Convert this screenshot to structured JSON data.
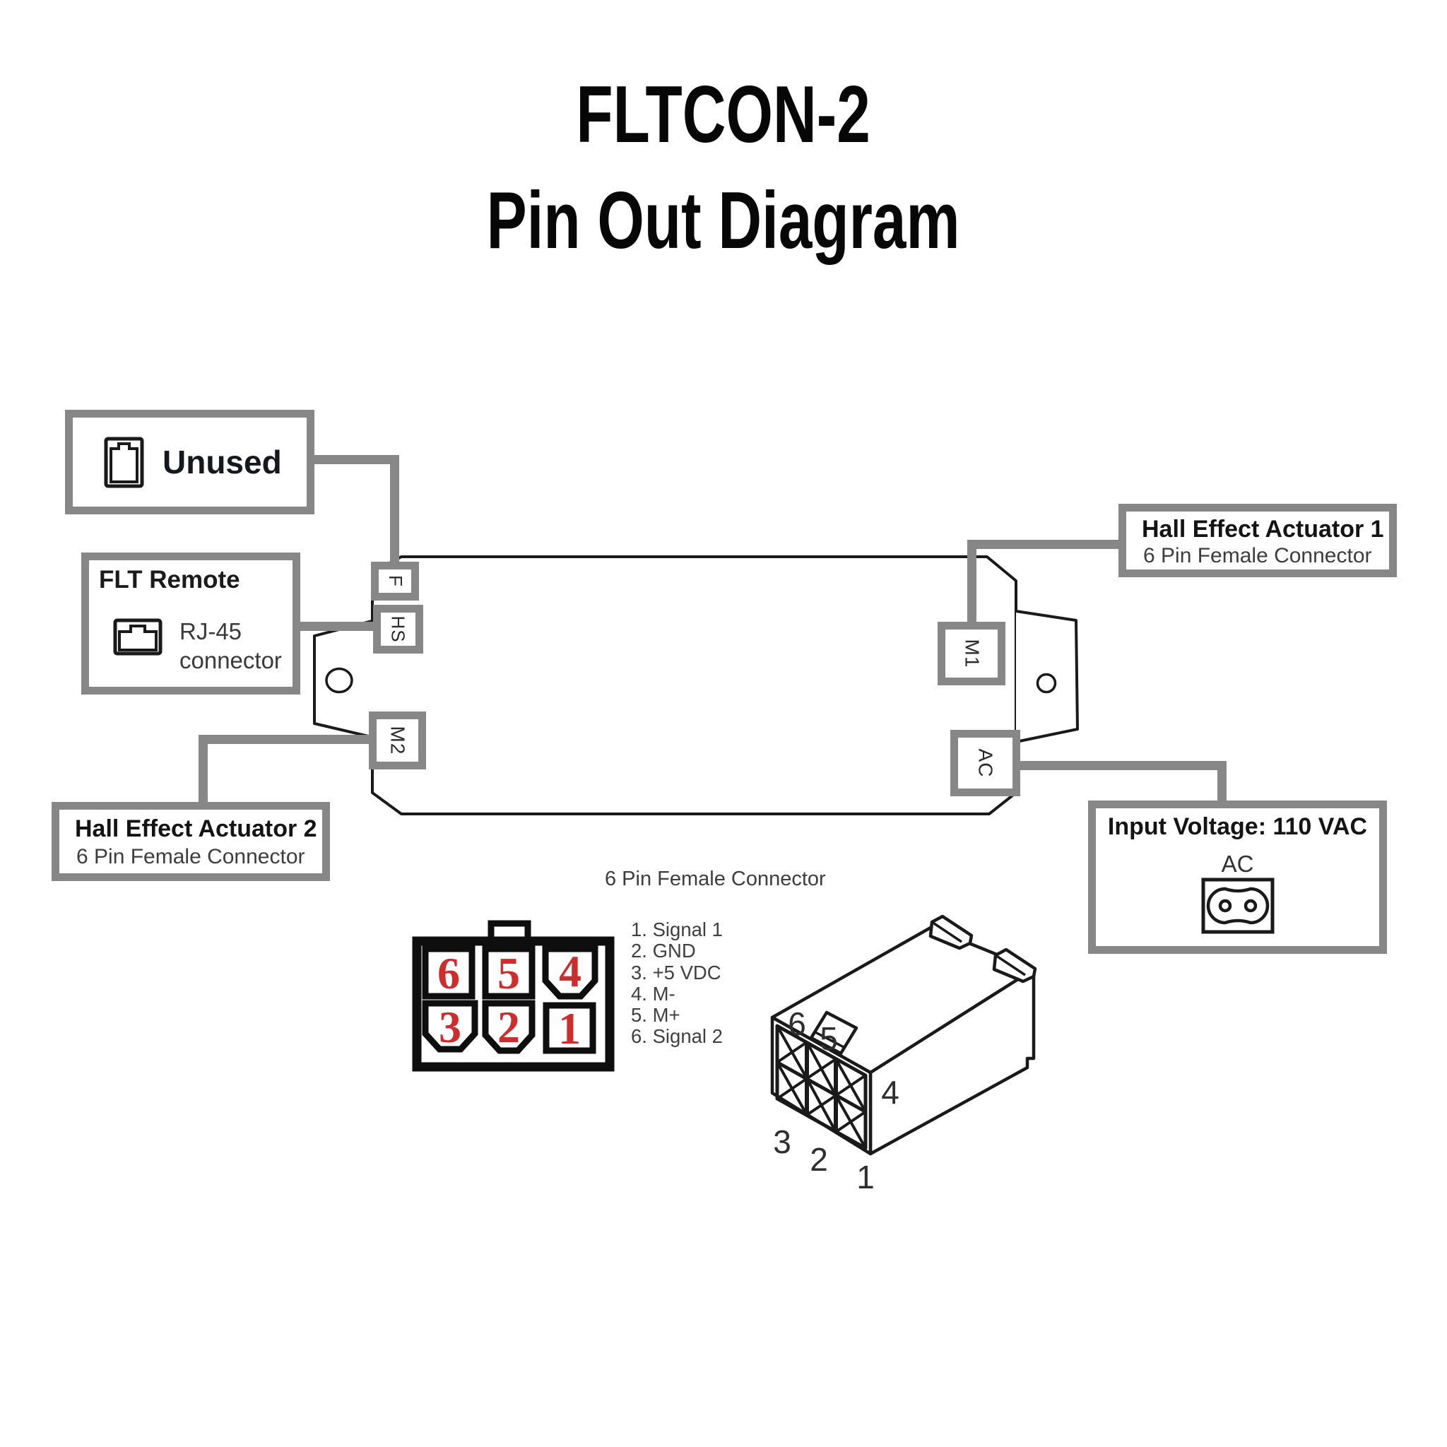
{
  "title": {
    "line1": "FLTCON-2",
    "line2": "Pin Out Diagram"
  },
  "boxes": {
    "unused": {
      "label": "Unused"
    },
    "flt_remote": {
      "title": "FLT Remote",
      "caption_line1": "RJ-45",
      "caption_line2": "connector"
    },
    "hea1": {
      "title": "Hall Effect Actuator 1",
      "subtitle": "6 Pin Female Connector"
    },
    "hea2": {
      "title": "Hall Effect Actuator 2",
      "subtitle": "6 Pin Female Connector"
    },
    "input_voltage": {
      "title": "Input Voltage: 110 VAC",
      "subtitle": "AC"
    }
  },
  "ports": {
    "f": "F",
    "hs": "HS",
    "m2": "M2",
    "m1": "M1",
    "ac": "AC"
  },
  "connector_detail": {
    "heading": "6 Pin Female Connector",
    "face_pins": {
      "p6": "6",
      "p5": "5",
      "p4": "4",
      "p3": "3",
      "p2": "2",
      "p1": "1"
    },
    "pinout": [
      "1. Signal 1",
      "2. GND",
      "3. +5 VDC",
      "4. M-",
      "5. M+",
      "6. Signal 2"
    ],
    "iso_pins": {
      "p6": "6",
      "p5": "5",
      "p4": "4",
      "p3": "3",
      "p2": "2",
      "p1": "1"
    }
  },
  "colors": {
    "connector_gray": "#878787",
    "outline_black": "#1a1a1a",
    "pin_number_red": "#cc2d2d"
  }
}
